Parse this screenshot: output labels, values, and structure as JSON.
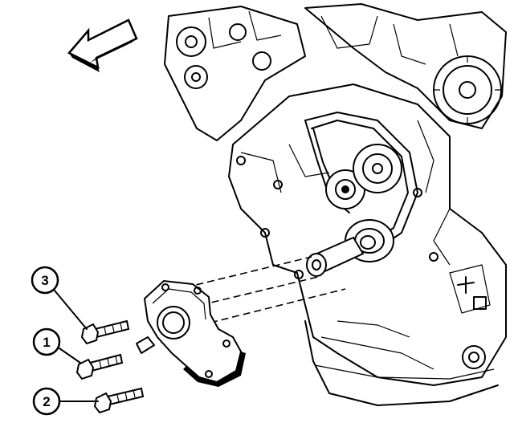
{
  "callouts": [
    {
      "label": "3",
      "part": "bolt"
    },
    {
      "label": "1",
      "part": "bolt"
    },
    {
      "label": "2",
      "part": "bolt"
    }
  ],
  "icons": {
    "direction_arrow": "arrow-left-up-icon",
    "engine": "engine-block-illustration",
    "cover": "front-cover-illustration"
  },
  "colors": {
    "ink": "#000000",
    "paper": "#ffffff"
  }
}
